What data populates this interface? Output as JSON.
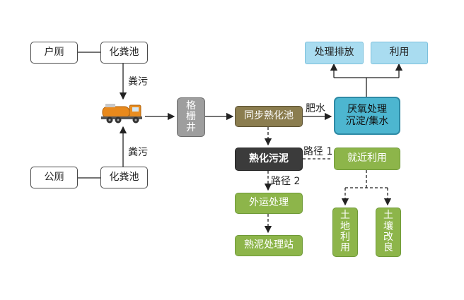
{
  "nodes": {
    "household_toilet": "户厕",
    "septic_top": "化粪池",
    "public_toilet": "公厕",
    "septic_bottom": "化粪池",
    "grate_well": [
      "格",
      "栅",
      "井"
    ],
    "sync_digestion": "同步熟化池",
    "anaerobic_line1": "厌氧处理",
    "anaerobic_line2": "沉淀/集水",
    "treat_discharge": "处理排放",
    "reuse": "利用",
    "matured_sludge": "熟化污泥",
    "nearby_use": "就近利用",
    "external_transport": "外运处理",
    "sludge_station": "熟泥处理站",
    "farmland_use": [
      "土",
      "地",
      "利",
      "用"
    ],
    "soil_improve": [
      "土",
      "壤",
      "改",
      "良"
    ]
  },
  "edge_labels": {
    "feces_top": "粪污",
    "feces_bottom": "粪污",
    "fertilizer_water": "肥水",
    "route1": "路径 1",
    "route2": "路径 2"
  },
  "icons": {
    "truck": "vacuum-truck-icon"
  }
}
